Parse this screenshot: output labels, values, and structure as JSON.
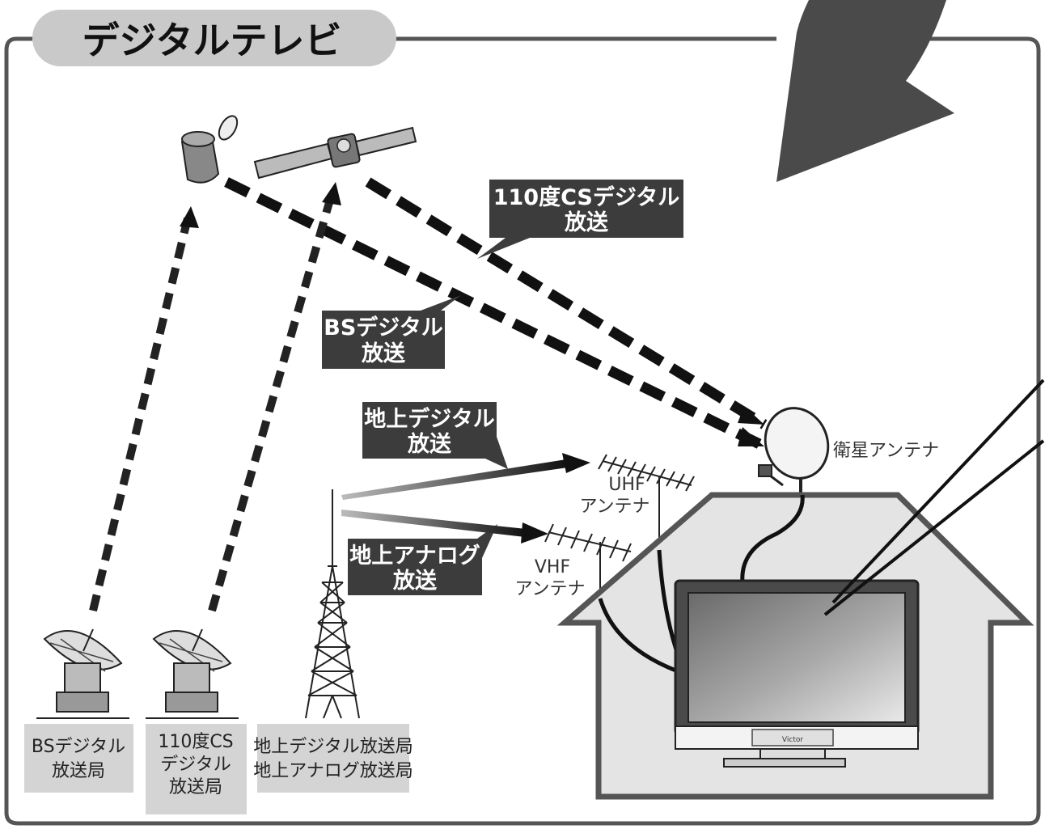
{
  "title": "デジタルテレビ",
  "callouts": {
    "cs": [
      "110度CSデジタル",
      "放送"
    ],
    "bs": [
      "BSデジタル",
      "放送"
    ],
    "terrestrial_digital": [
      "地上デジタル",
      "放送"
    ],
    "terrestrial_analog": [
      "地上アナログ",
      "放送"
    ]
  },
  "antennas": {
    "satellite": "衛星アンテナ",
    "uhf": [
      "UHF",
      "アンテナ"
    ],
    "vhf": [
      "VHF",
      "アンテナ"
    ]
  },
  "stations": {
    "bs": [
      "BSデジタル",
      "放送局"
    ],
    "cs": [
      "110度CS",
      "デジタル",
      "放送局"
    ],
    "terrestrial": [
      "地上デジタル放送局",
      "地上アナログ放送局"
    ]
  },
  "tv_brand": "Victor",
  "colors": {
    "dark_panel": "#3c3c3c",
    "light_panel": "#d4d4d4",
    "frame": "#555555",
    "house_fill": "#e4e4e4"
  }
}
